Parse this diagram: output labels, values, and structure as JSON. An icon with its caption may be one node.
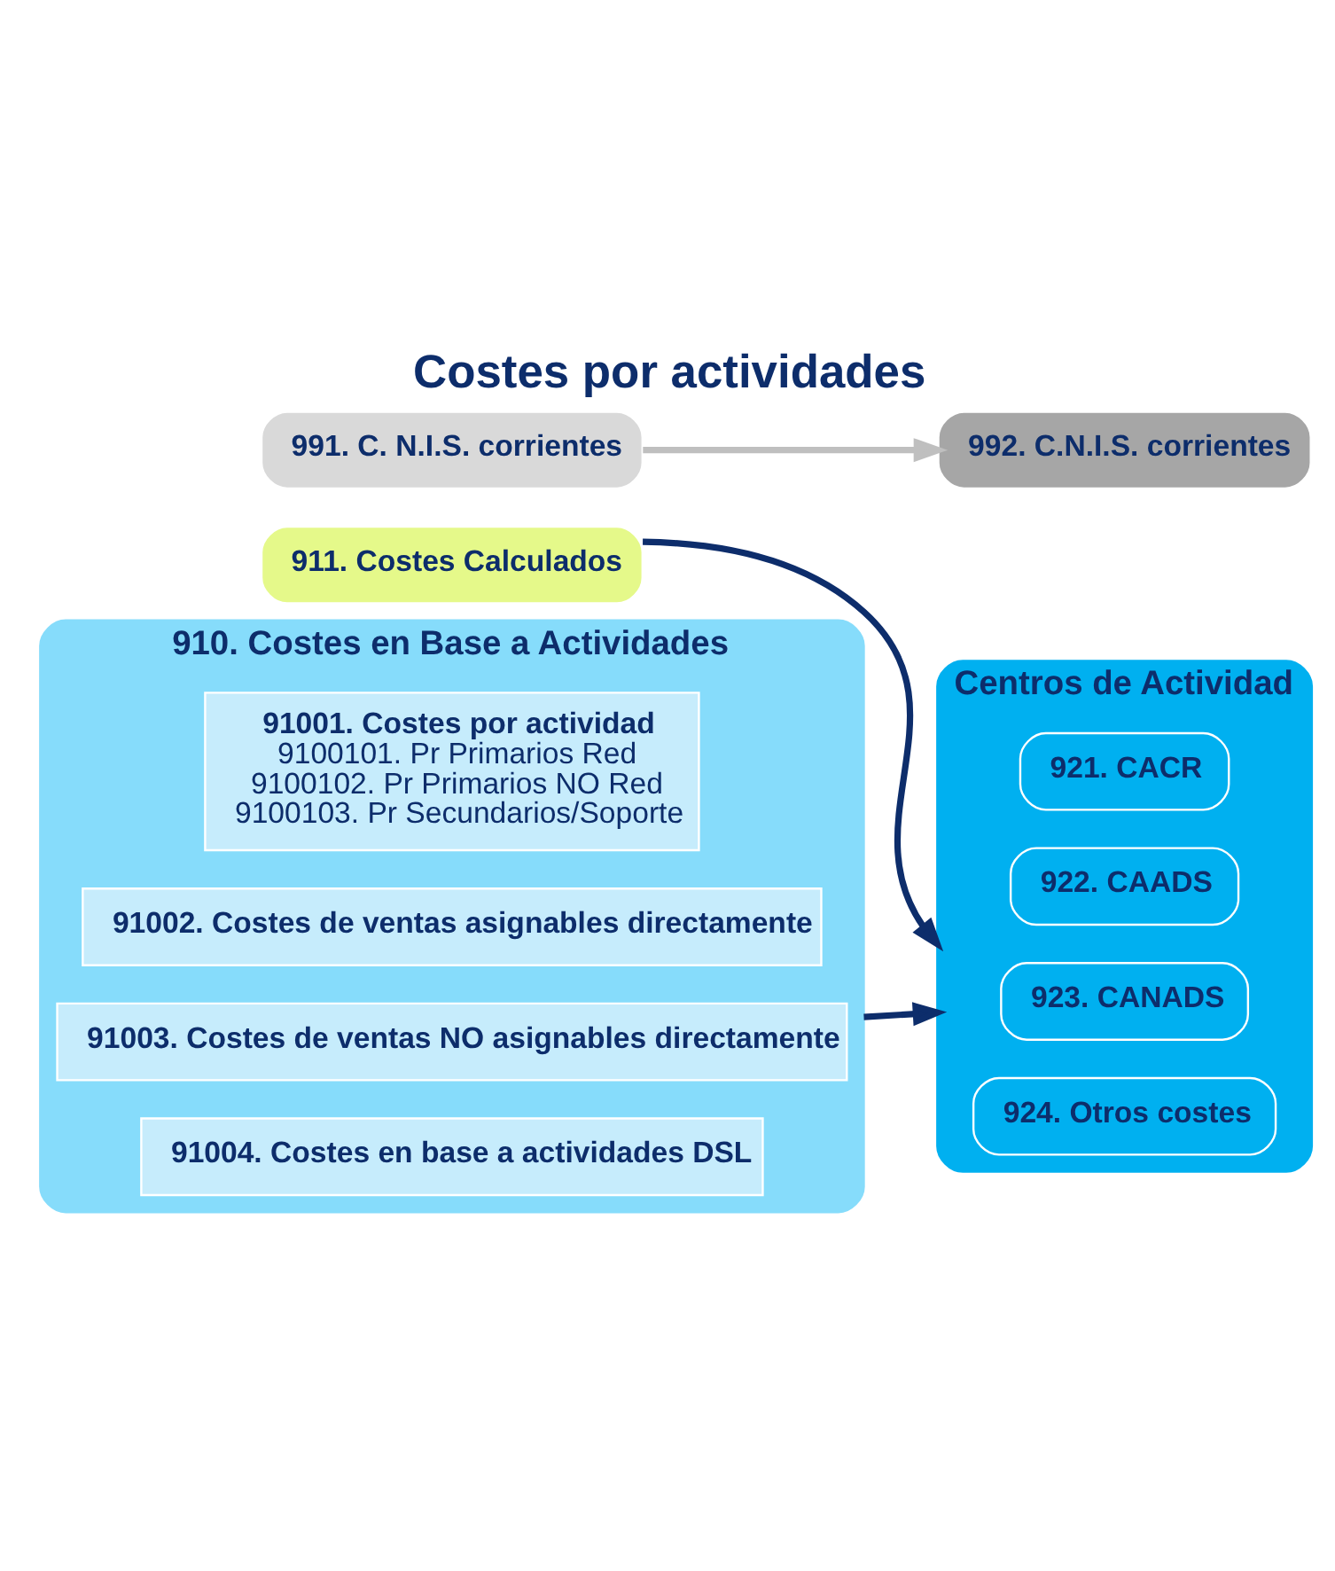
{
  "diagram": {
    "title": "Costes por actividades",
    "nodes": [
      {
        "text": [
          "911. Costes Calculados"
        ]
      },
      {
        "text": [
          "910. Costes en Base a Actividades"
        ]
      },
      {
        "text": [
          "91001. Costes por actividad",
          "9100101. Pr Primarios Red",
          "9100102. Pr Primarios NO Red",
          "9100103. Pr Secundarios/Soporte"
        ],
        "in": 1
      },
      {
        "text": [
          "91002. Costes de ventas asignables directamente"
        ],
        "in": 1
      },
      {
        "text": [
          "91003. Costes de ventas NO asignables directamente"
        ],
        "in": 1
      },
      {
        "text": [
          "91004. Costes en base a actividades DSL"
        ],
        "in": 1
      },
      {
        "text": [
          "Centros de Actividad"
        ]
      },
      {
        "text": [
          "921. CACR"
        ],
        "in": 6
      },
      {
        "text": [
          "922. CAADS"
        ],
        "in": 6
      },
      {
        "text": [
          "923. CANADS"
        ],
        "in": 6
      },
      {
        "text": [
          "924. Otros costes"
        ],
        "in": 6
      },
      {
        "text": [
          "991. C. N.I.S. corrientes"
        ]
      },
      {
        "text": [
          "992. C.N.I.S. corrientes"
        ]
      }
    ],
    "edges": [
      {
        "from": 0,
        "to": 6,
        "arrow": "to"
      },
      {
        "from": 1,
        "to": 6,
        "arrow": "to"
      },
      {
        "from": 11,
        "to": 12,
        "arrow": "to",
        "color": "#bfbfbf"
      }
    ]
  }
}
